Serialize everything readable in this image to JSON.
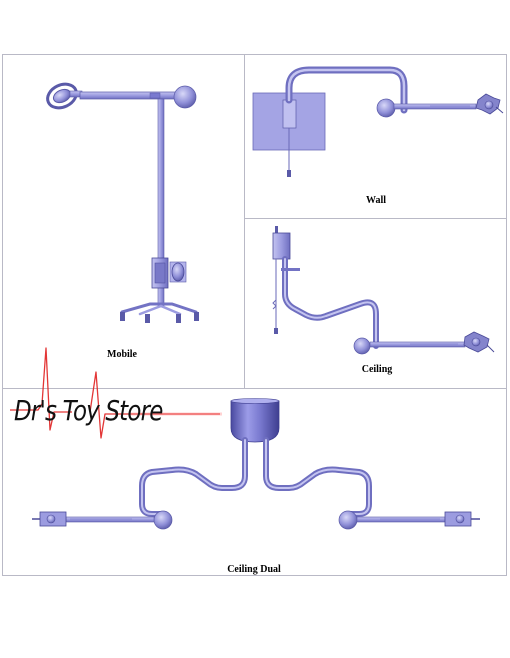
{
  "panels": {
    "mobile": {
      "caption": "Mobile"
    },
    "wall": {
      "caption": "Wall"
    },
    "ceiling": {
      "caption": "Ceiling"
    },
    "ceiling_dual": {
      "caption": "Ceiling Dual"
    }
  },
  "watermark": {
    "text": "Dr's Toy Store"
  },
  "colors": {
    "fixture": "#9c9ce0",
    "fixture_dark": "#5a5aa8",
    "fixture_shadow": "#7373c4",
    "border": "#b9b9c6",
    "pulse": "#e02020"
  }
}
